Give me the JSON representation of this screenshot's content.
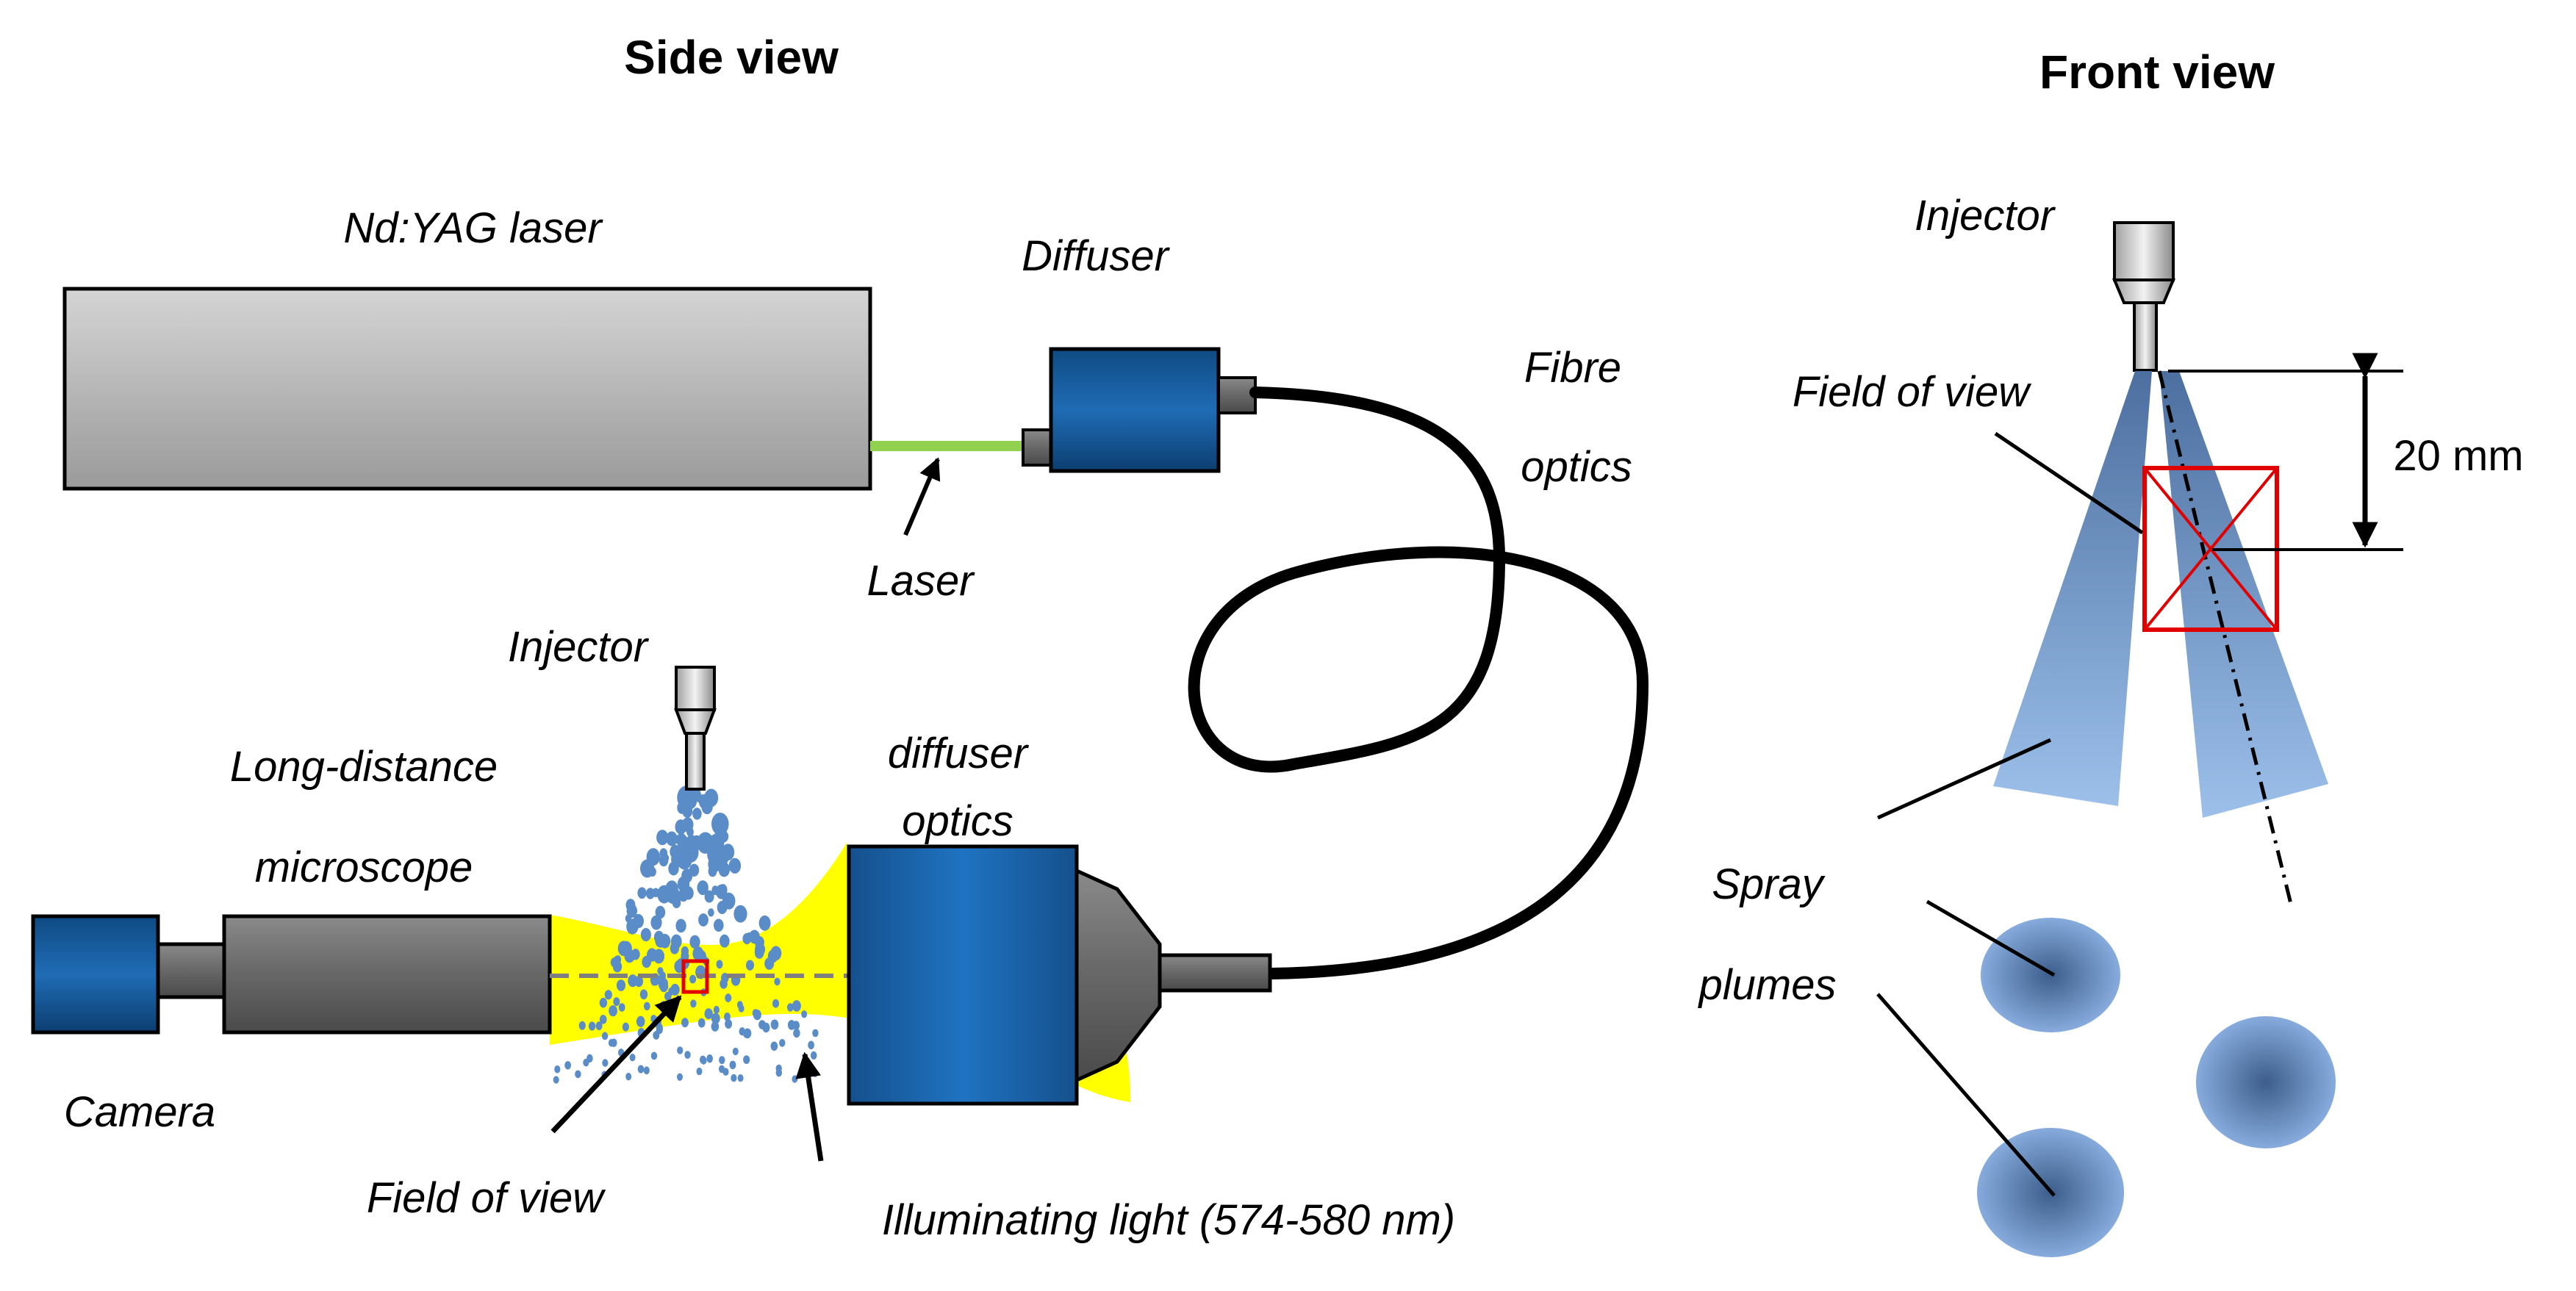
{
  "side_view": {
    "title": "Side view",
    "labels": {
      "laser_source": "Nd:YAG laser",
      "diffuser": "Diffuser",
      "fibre_line1": "Fibre",
      "fibre_line2": "optics",
      "laser": "Laser",
      "injector": "Injector",
      "microscope_line1": "Long-distance",
      "microscope_line2": "microscope",
      "camera": "Camera",
      "diffuser_optics_line1": "diffuser",
      "diffuser_optics_line2": "optics",
      "field_of_view": "Field of view",
      "illuminating_light": "Illuminating light (574-580 nm)"
    }
  },
  "front_view": {
    "title": "Front view",
    "labels": {
      "injector": "Injector",
      "field_of_view": "Field of view",
      "distance": "20 mm",
      "spray_line1": "Spray",
      "spray_line2": "plumes"
    }
  },
  "colors": {
    "laser_beam": "#92d050",
    "illumination": "#ffff00",
    "field_of_view_box": "#e00000",
    "device_blue": "#1f5fa0",
    "spray_blue": "#6f9ad0"
  }
}
